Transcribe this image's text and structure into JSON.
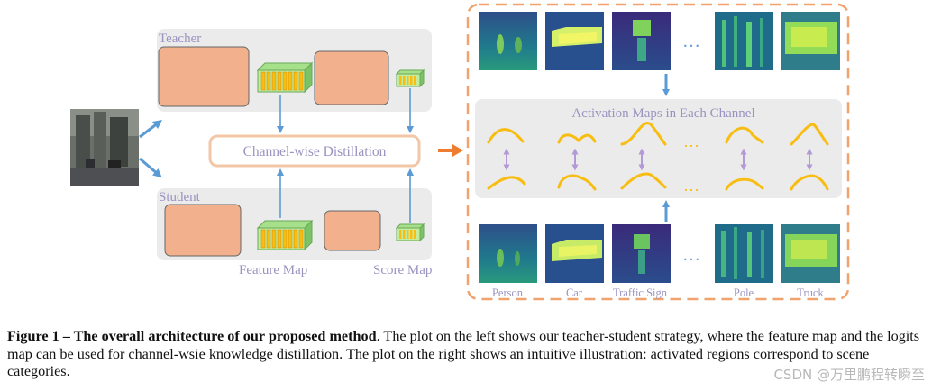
{
  "diagram": {
    "teacher_label": "Teacher",
    "student_label": "Student",
    "distillation_label": "Channel-wise Distillation",
    "feature_map_label": "Feature Map",
    "score_map_label": "Score Map",
    "activation_title": "Activation Maps in Each Channel",
    "ellipsis": "…",
    "categories": [
      "Person",
      "Car",
      "Traffic Sign",
      "Pole",
      "Truck"
    ]
  },
  "caption": {
    "bold": "Figure 1 – The overall architecture of our proposed method",
    "text": ". The plot on the left shows our teacher-student strategy, where the feature map and the logits map can be used for channel-wsie knowledge distillation. The plot on the right shows an intuitive illustration: activated regions correspond to scene categories."
  },
  "watermark": "CSDN @万里鹏程转瞬至",
  "colors": {
    "panel_gray": "#ebebeb",
    "block_salmon": "#f2b08c",
    "dashed_border": "#f0a36c",
    "arrow_blue": "#5b9bd5",
    "curve_yellow": "#f8bd12",
    "arrow_purple": "#b39ad6",
    "label_purple": "#9a93c0"
  }
}
